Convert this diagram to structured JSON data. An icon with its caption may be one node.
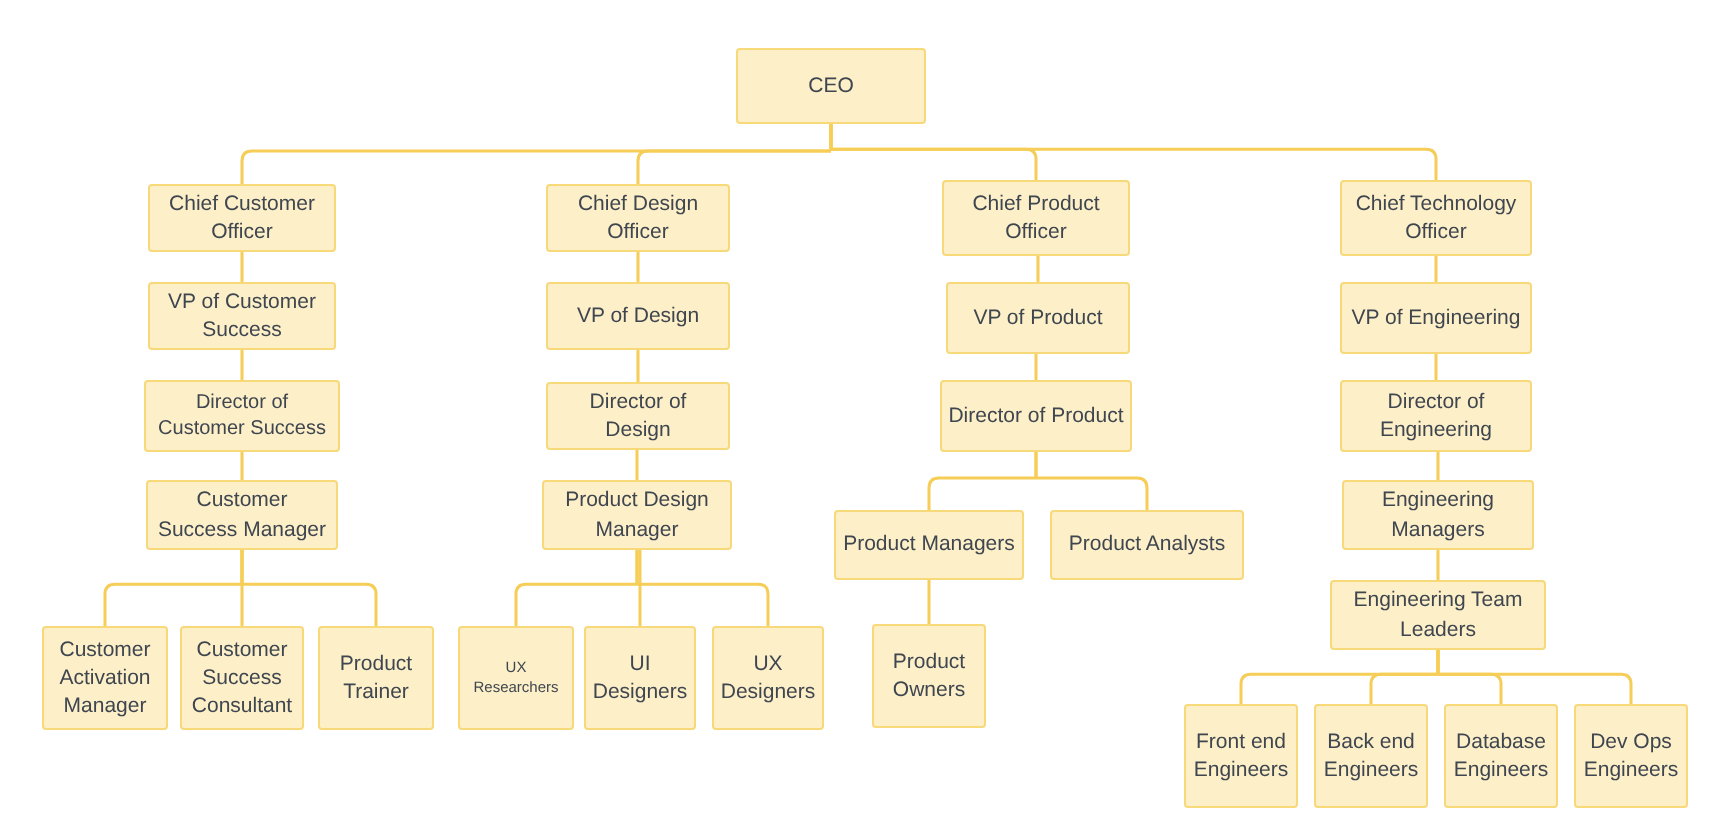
{
  "diagram": {
    "nodes": [
      {
        "text": [
          "CEO"
        ]
      },
      {
        "text": [
          "Chief Customer Officer"
        ]
      },
      {
        "text": [
          "VP of Customer Success"
        ]
      },
      {
        "text": [
          "Director of Customer Success"
        ]
      },
      {
        "text": [
          "Customer Success Manager"
        ]
      },
      {
        "text": [
          "Customer Activation Manager"
        ]
      },
      {
        "text": [
          "Customer Success Consultant"
        ]
      },
      {
        "text": [
          "Product Trainer"
        ]
      },
      {
        "text": [
          "Chief Design Officer"
        ]
      },
      {
        "text": [
          "VP of Design"
        ]
      },
      {
        "text": [
          "Director of Design"
        ]
      },
      {
        "text": [
          "Product Design Manager"
        ]
      },
      {
        "text": [
          "UX Researchers"
        ]
      },
      {
        "text": [
          "UI Designers"
        ]
      },
      {
        "text": [
          "UX Designers"
        ]
      },
      {
        "text": [
          "Chief Product Officer"
        ]
      },
      {
        "text": [
          "VP of Product"
        ]
      },
      {
        "text": [
          "Director of Product"
        ]
      },
      {
        "text": [
          "Product Managers"
        ]
      },
      {
        "text": [
          "Product Analysts"
        ]
      },
      {
        "text": [
          "Product Owners"
        ]
      },
      {
        "text": [
          "Chief Technology Officer"
        ]
      },
      {
        "text": [
          "VP of Engineering"
        ]
      },
      {
        "text": [
          "Director of Engineering"
        ]
      },
      {
        "text": [
          "Engineering Managers"
        ]
      },
      {
        "text": [
          "Engineering Team Leaders"
        ]
      },
      {
        "text": [
          "Front end Engineers"
        ]
      },
      {
        "text": [
          "Back end Engineers"
        ]
      },
      {
        "text": [
          "Database Engineers"
        ]
      },
      {
        "text": [
          "Dev Ops Engineers"
        ]
      }
    ],
    "edges": [
      {
        "from": 0,
        "to": 1,
        "arrow": "none"
      },
      {
        "from": 0,
        "to": 8,
        "arrow": "none"
      },
      {
        "from": 0,
        "to": 15,
        "arrow": "none"
      },
      {
        "from": 0,
        "to": 21,
        "arrow": "none"
      },
      {
        "from": 1,
        "to": 2,
        "arrow": "none"
      },
      {
        "from": 2,
        "to": 3,
        "arrow": "none"
      },
      {
        "from": 3,
        "to": 4,
        "arrow": "none"
      },
      {
        "from": 4,
        "to": 5,
        "arrow": "none"
      },
      {
        "from": 4,
        "to": 6,
        "arrow": "none"
      },
      {
        "from": 4,
        "to": 7,
        "arrow": "none"
      },
      {
        "from": 8,
        "to": 9,
        "arrow": "none"
      },
      {
        "from": 9,
        "to": 10,
        "arrow": "none"
      },
      {
        "from": 10,
        "to": 11,
        "arrow": "none"
      },
      {
        "from": 11,
        "to": 12,
        "arrow": "none"
      },
      {
        "from": 11,
        "to": 13,
        "arrow": "none"
      },
      {
        "from": 11,
        "to": 14,
        "arrow": "none"
      },
      {
        "from": 15,
        "to": 16,
        "arrow": "none"
      },
      {
        "from": 16,
        "to": 17,
        "arrow": "none"
      },
      {
        "from": 17,
        "to": 18,
        "arrow": "none"
      },
      {
        "from": 17,
        "to": 19,
        "arrow": "none"
      },
      {
        "from": 18,
        "to": 20,
        "arrow": "none"
      },
      {
        "from": 21,
        "to": 22,
        "arrow": "none"
      },
      {
        "from": 22,
        "to": 23,
        "arrow": "none"
      },
      {
        "from": 23,
        "to": 24,
        "arrow": "none"
      },
      {
        "from": 24,
        "to": 25,
        "arrow": "none"
      },
      {
        "from": 25,
        "to": 26,
        "arrow": "none"
      },
      {
        "from": 25,
        "to": 27,
        "arrow": "none"
      },
      {
        "from": 25,
        "to": 28,
        "arrow": "none"
      },
      {
        "from": 25,
        "to": 29,
        "arrow": "none"
      }
    ]
  }
}
